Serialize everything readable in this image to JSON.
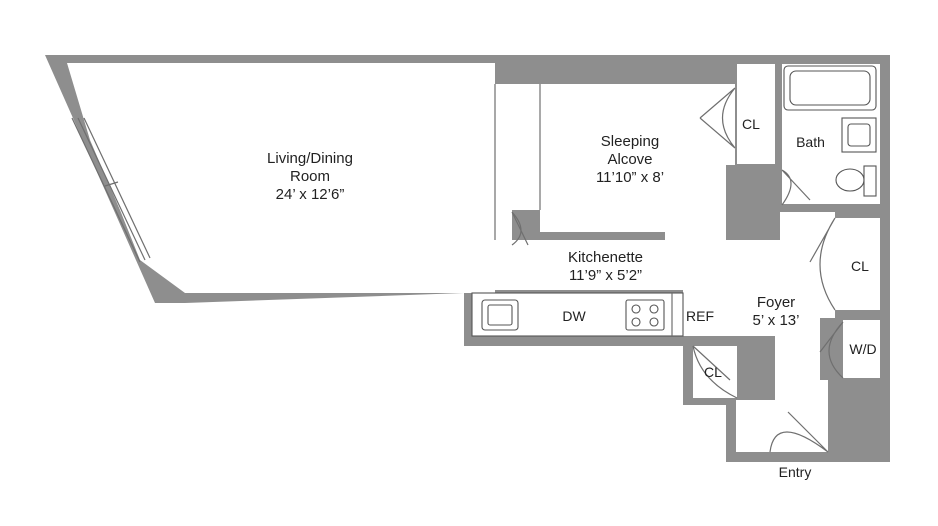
{
  "rooms": {
    "living": {
      "name_line1": "Living/Dining",
      "name_line2": "Room",
      "size": "24’ x 12’6”"
    },
    "sleeping": {
      "name_line1": "Sleeping",
      "name_line2": "Alcove",
      "size": "11’10” x 8’"
    },
    "kitchenette": {
      "name": "Kitchenette",
      "size": "11’9” x 5’2”"
    },
    "foyer": {
      "name": "Foyer",
      "size": "5’ x 13’"
    },
    "bath": {
      "name": "Bath"
    }
  },
  "closets": {
    "alcove_closet": "CL",
    "foyer_closet_upper": "CL",
    "foyer_closet_lower": "CL"
  },
  "appliances": {
    "dishwasher": "DW",
    "refrigerator": "REF",
    "washer_dryer": "W/D"
  },
  "entry_label": "Entry",
  "colors": {
    "wall": "#8e8e8e",
    "floor": "#ffffff",
    "text": "#222222"
  }
}
